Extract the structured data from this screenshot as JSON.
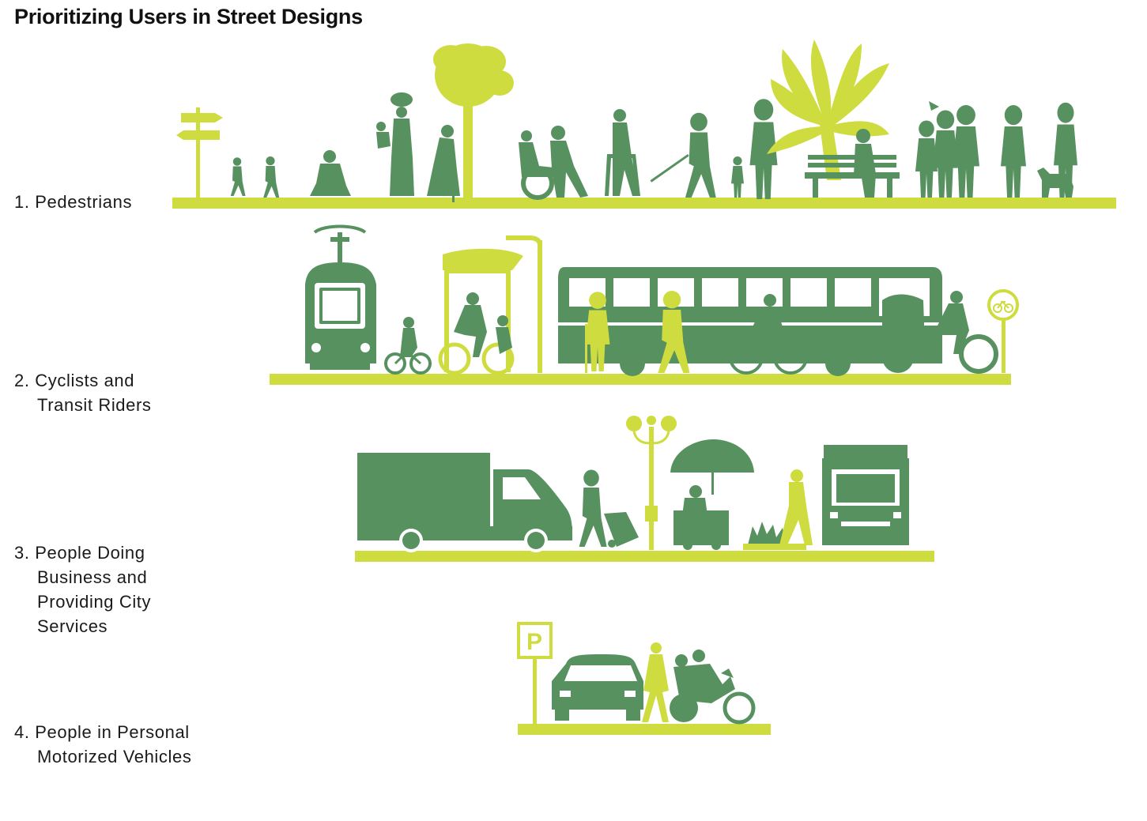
{
  "title": "Prioritizing Users in Street Designs",
  "tiers": [
    {
      "number": "1.",
      "lines": [
        "Pedestrians"
      ]
    },
    {
      "number": "2.",
      "lines": [
        "Cyclists and",
        "Transit Riders"
      ]
    },
    {
      "number": "3.",
      "lines": [
        "People Doing",
        "Business and",
        "Providing City",
        "Services"
      ]
    },
    {
      "number": "4.",
      "lines": [
        "People in Personal",
        "Motorized Vehicles"
      ]
    }
  ],
  "parking_sign": "P",
  "colors": {
    "lime": "#cfdc3f",
    "green": "#57915f"
  },
  "icons": {
    "tier1": [
      "direction-signpost-icon",
      "children-playing-icon",
      "sitting-child-icon",
      "woman-carrying-basket-icon",
      "elderly-woman-cane-icon",
      "palm-tree-icon",
      "wheelchair-user-icon",
      "walker-user-icon",
      "blind-cane-walker-icon",
      "parent-child-walking-icon",
      "palm-tree-icon",
      "bench-sitter-icon",
      "family-group-icon",
      "man-with-dog-icon"
    ],
    "tier2": [
      "streetcar-icon",
      "child-bicycle-icon",
      "bus-shelter-icon",
      "tandem-cyclists-icon",
      "street-lamp-icon",
      "bus-icon",
      "pedestrian-icon",
      "cyclist-icon",
      "pedicab-icon",
      "bike-route-sign-icon"
    ],
    "tier3": [
      "delivery-truck-icon",
      "hand-truck-worker-icon",
      "ornamental-lamp-icon",
      "food-cart-vendor-icon",
      "jogger-icon",
      "planter-icon",
      "utility-truck-icon"
    ],
    "tier4": [
      "parking-sign-icon",
      "car-icon",
      "walking-woman-icon",
      "motorcycle-icon"
    ]
  }
}
